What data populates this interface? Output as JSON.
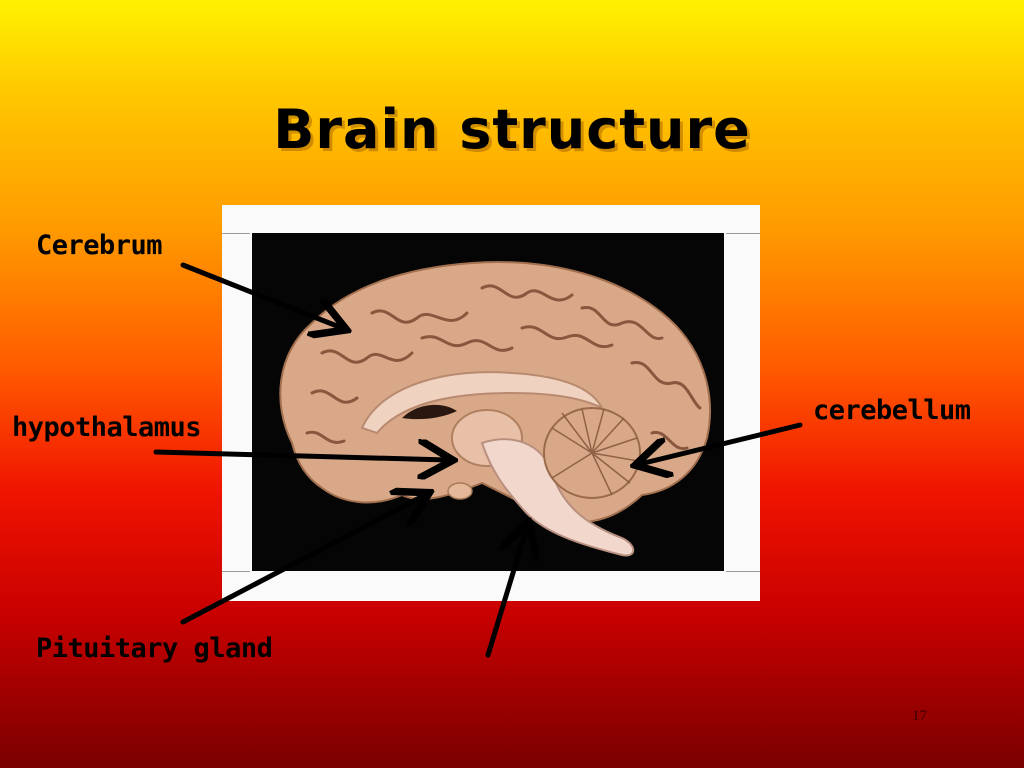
{
  "slide": {
    "title": "Brain structure",
    "slide_number": "17"
  },
  "labels": {
    "cerebrum": "Cerebrum",
    "hypothalamus": "hypothalamus",
    "cerebellum": "cerebellum",
    "pituitary": "Pituitary gland"
  },
  "colors": {
    "gradient_top": "#fff200",
    "gradient_bottom": "#7a0000",
    "brain_tissue": "#d8a888",
    "photo_background": "#050505"
  },
  "image": {
    "subject": "midsagittal-brain-section-photo"
  }
}
